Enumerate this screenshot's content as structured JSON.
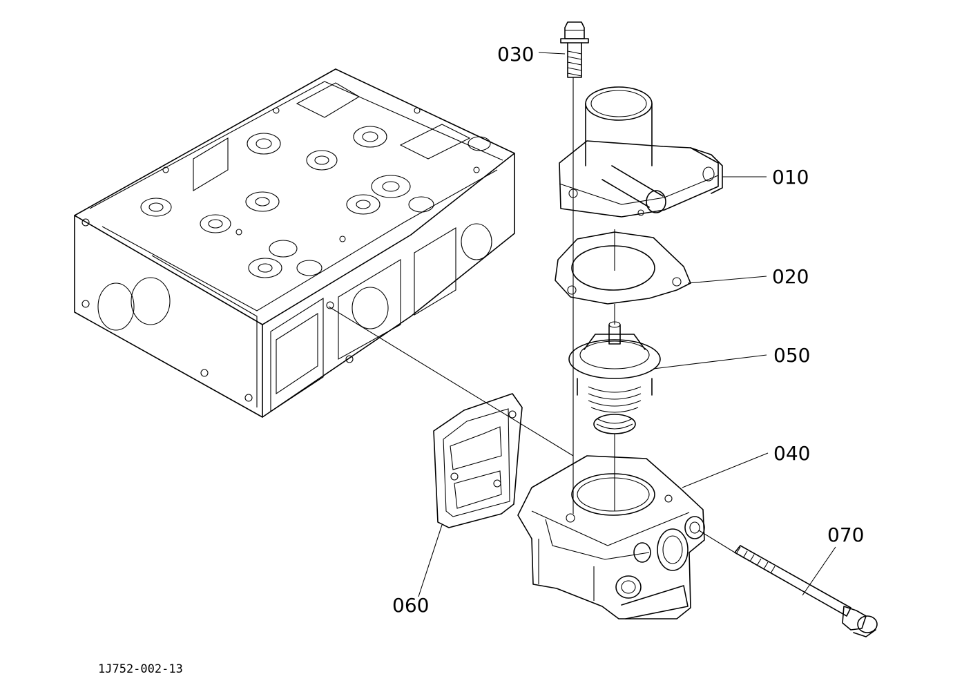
{
  "diagram": {
    "reference_code": "1J752-002-13",
    "parts": [
      {
        "id": "030"
      },
      {
        "id": "010"
      },
      {
        "id": "020"
      },
      {
        "id": "050"
      },
      {
        "id": "040"
      },
      {
        "id": "070"
      },
      {
        "id": "060"
      }
    ]
  },
  "colors": {
    "line": "#000000",
    "background": "#ffffff"
  }
}
